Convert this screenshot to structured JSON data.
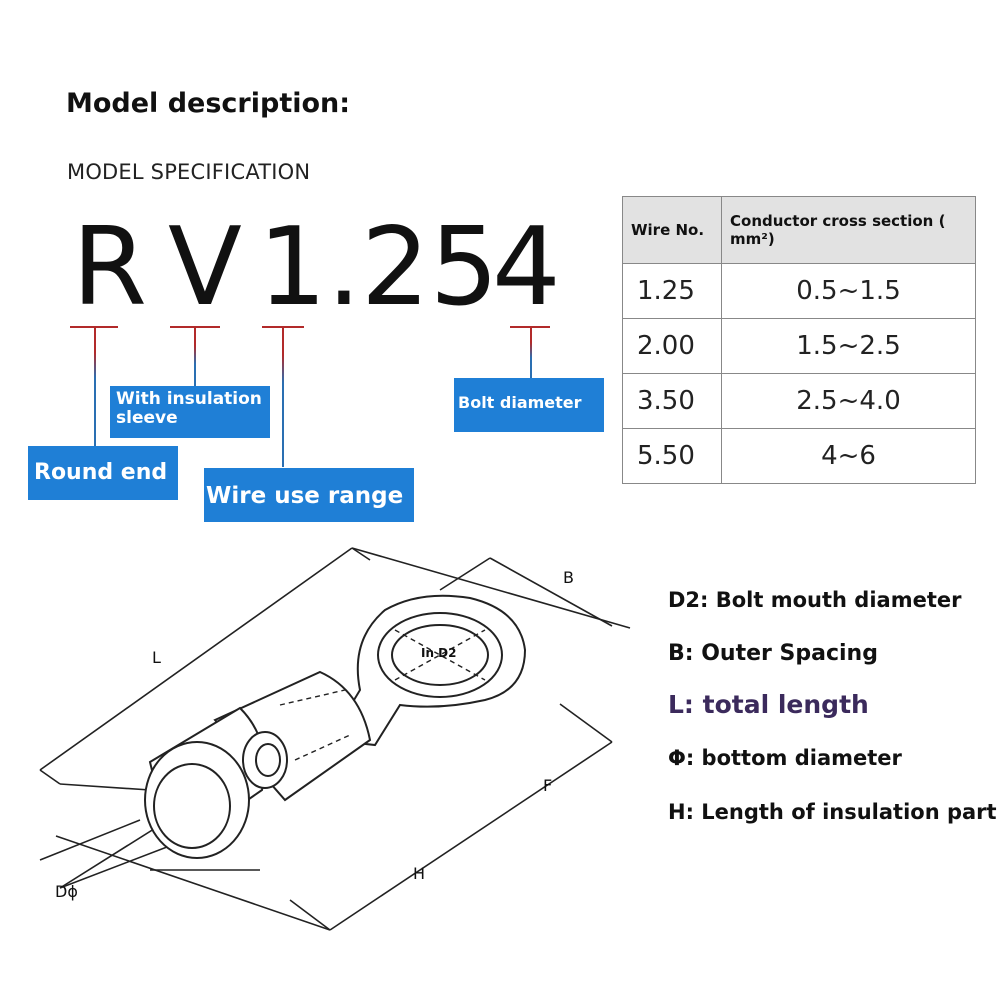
{
  "header": {
    "title": "Model description:",
    "subtitle": "MODEL SPECIFICATION"
  },
  "model_code": {
    "parts": [
      "R",
      "V",
      "1.25",
      "4"
    ]
  },
  "callouts": {
    "round_end": "Round end",
    "insulation_sleeve": "With insulation sleeve",
    "wire_range": "Wire use range",
    "bolt_diameter": "Bolt diameter"
  },
  "spec_table": {
    "headers": [
      "Wire No.",
      "Conductor cross section ( mm²)"
    ],
    "rows": [
      [
        "1.25",
        "0.5~1.5"
      ],
      [
        "2.00",
        "1.5~2.5"
      ],
      [
        "3.50",
        "2.5~4.0"
      ],
      [
        "5.50",
        "4~6"
      ]
    ]
  },
  "diagram": {
    "labels": {
      "L": "L",
      "B": "B",
      "F": "F",
      "H": "H",
      "D_phi": "Dϕ",
      "in_d2": "In D2"
    }
  },
  "legend": {
    "d2": "D2: Bolt mouth diameter",
    "b": "B: Outer Spacing",
    "l": "L: total length",
    "phi": "Φ: bottom diameter",
    "h": "H: Length of insulation part"
  },
  "colors": {
    "callout_blue": "#1f7fd6",
    "tick_red": "#b22a2a",
    "legend_l_purple": "#3b2a5c"
  }
}
